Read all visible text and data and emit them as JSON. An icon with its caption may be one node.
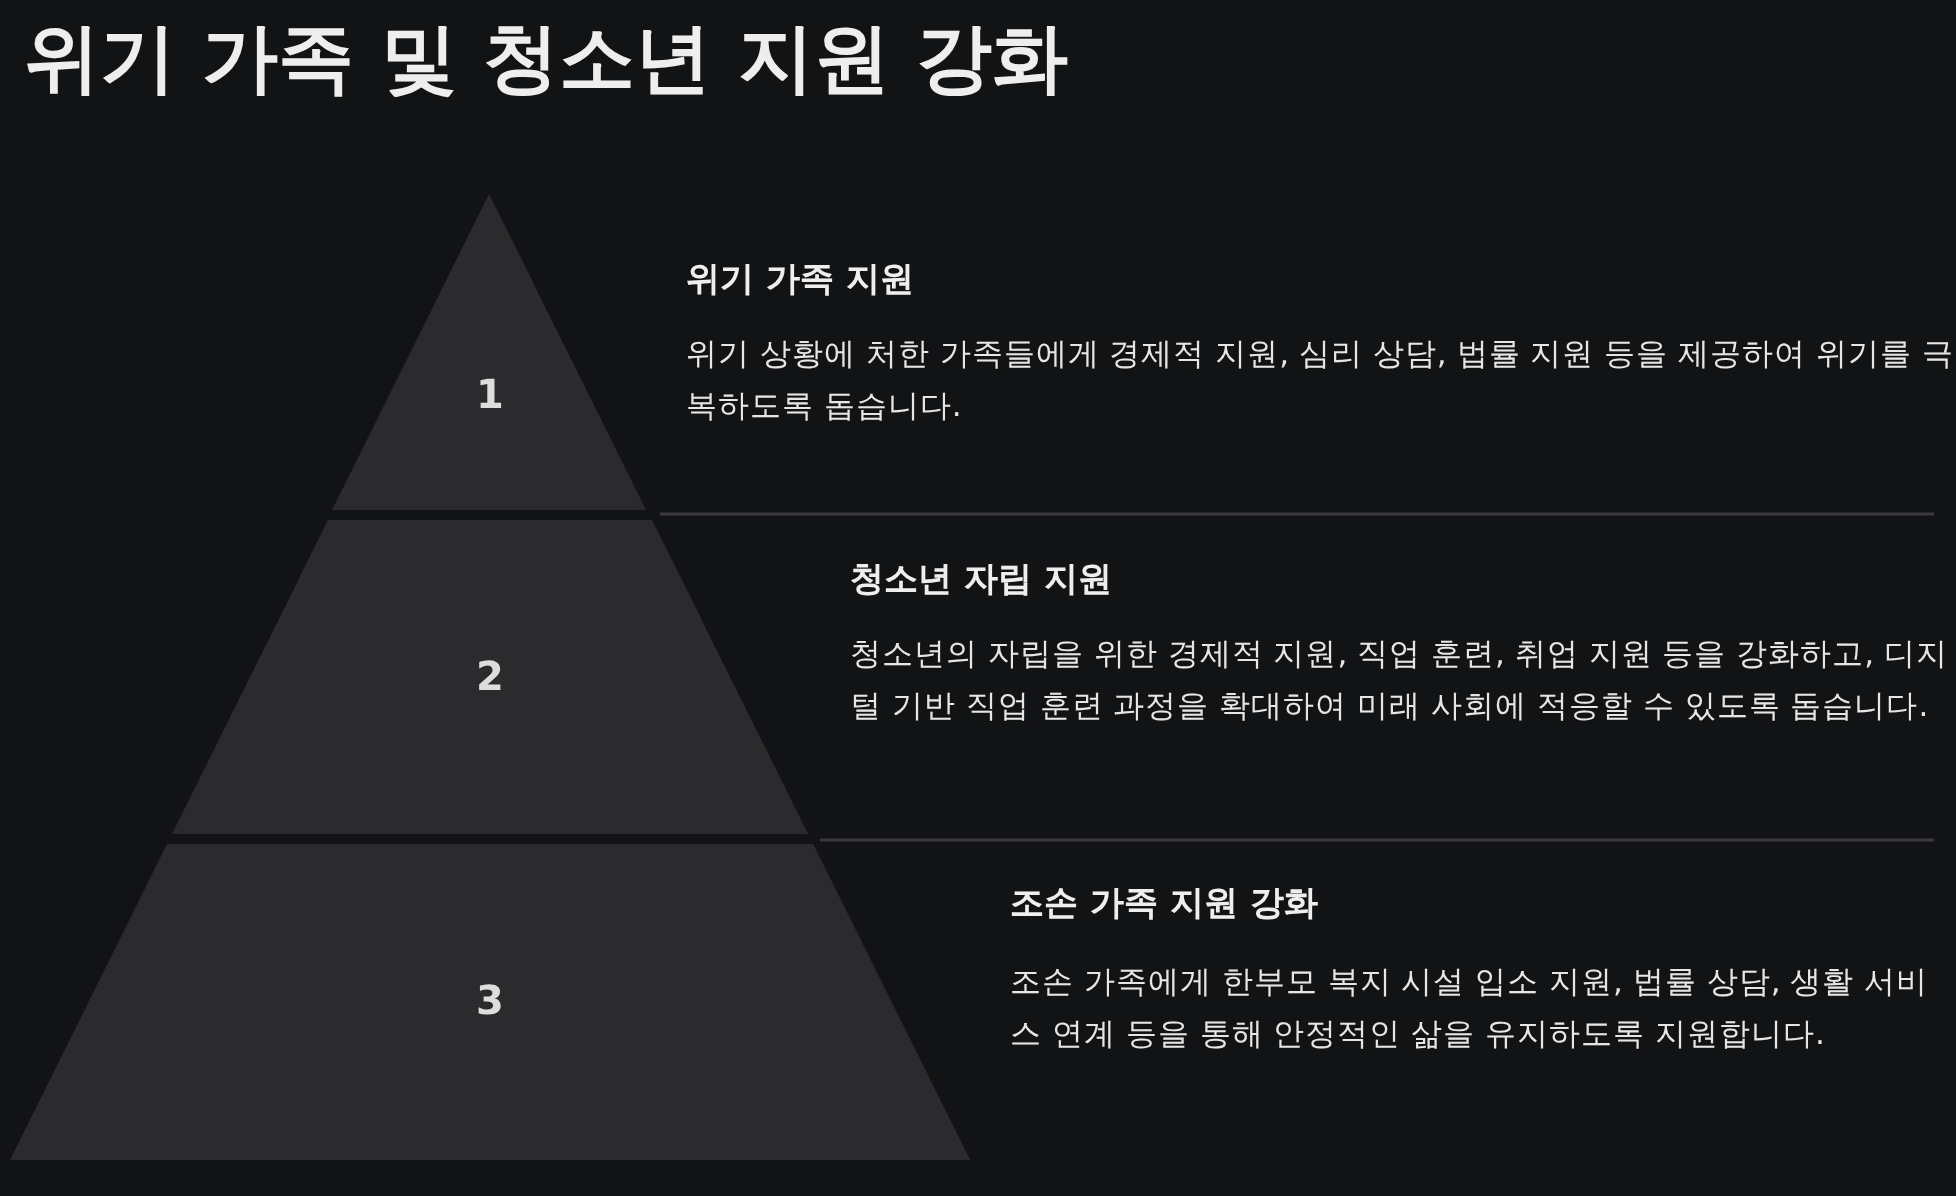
{
  "diagram": {
    "title": "위기 가족 및 청소년 지원 강화",
    "nodes": [
      {
        "text": [
          "1"
        ],
        "beside": [
          "위기 가족 지원",
          "위기 상황에 처한 가족들에게 경제적 지원, 심리 상담, 법률 지원 등을 제공하여 위기를 극복하도록 돕습니다."
        ]
      },
      {
        "text": [
          "2"
        ],
        "beside": [
          "청소년 자립 지원",
          "청소년의 자립을 위한 경제적 지원, 직업 훈련, 취업 지원 등을 강화하고, 디지털 기반 직업 훈련 과정을 확대하여 미래 사회에 적응할 수 있도록 돕습니다."
        ]
      },
      {
        "text": [
          "3"
        ],
        "beside": [
          "조손 가족 지원 강화",
          "조손 가족에게 한부모 복지 시설 입소 지원, 법률 상담, 생활 서비스 연계 등을 통해 안정적인 삶을 유지하도록 지원합니다."
        ]
      }
    ]
  }
}
